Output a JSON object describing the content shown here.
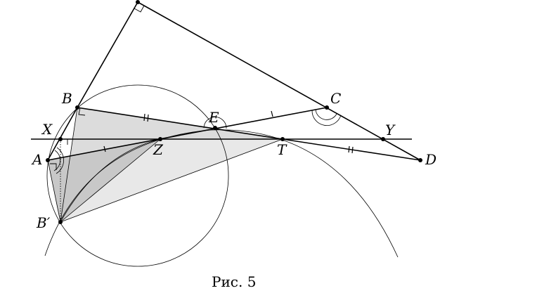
{
  "figure": {
    "caption": "Рис. 5",
    "points": {
      "A": "A",
      "B": "B",
      "B_prime": "B′",
      "C": "C",
      "D": "D",
      "E": "E",
      "T": "T",
      "X": "X",
      "Y": "Y",
      "Z": "Z"
    }
  }
}
